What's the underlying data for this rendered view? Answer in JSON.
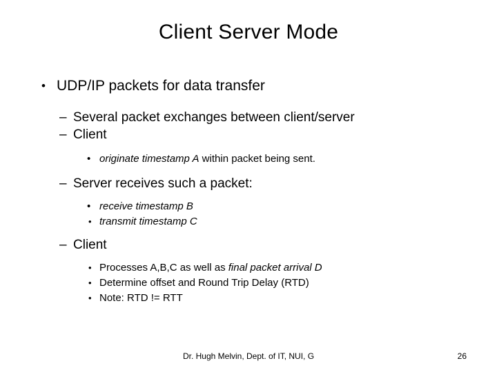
{
  "slide": {
    "title": "Client Server Mode",
    "bullets": {
      "b1_marker": "•",
      "b1": "UDP/IP packets for data transfer",
      "d1_marker": "–",
      "d1": "Several packet exchanges between client/server",
      "d2_marker": "–",
      "d2": "Client",
      "s1_marker": "•",
      "s1_plain_a": "originate timestamp A",
      "s1_plain_b": " within  packet being sent.",
      "d3_marker": "–",
      "d3": "Server receives such a packet:",
      "s2_marker": "•",
      "s2": "receive timestamp B",
      "s3_marker": "•",
      "s3": "transmit timestamp C",
      "d4_marker": "–",
      "d4": "Client",
      "s4_marker": "•",
      "s4_plain": "Processes A,B,C as well as ",
      "s4_ital": "final packet arrival D",
      "s5_marker": "•",
      "s5": "Determine offset and Round Trip Delay (RTD)",
      "s6_marker": "•",
      "s6": "Note: RTD != RTT"
    },
    "footer": {
      "credit": "Dr. Hugh Melvin, Dept. of IT, NUI, G",
      "page_number": "26"
    }
  }
}
